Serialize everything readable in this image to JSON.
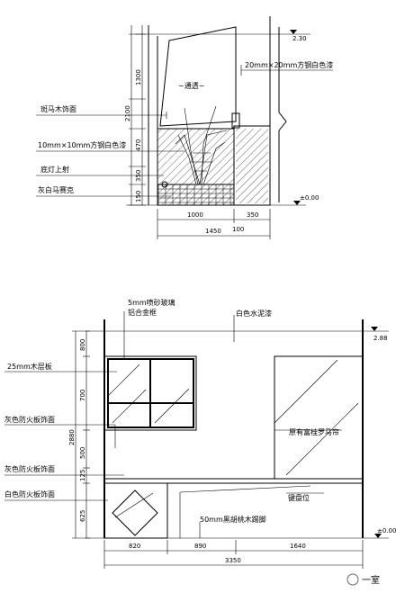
{
  "upper": {
    "labels": {
      "steel_white": "20mm×20mm方钢白色漆",
      "through": "~通透~",
      "zebra_wood": "斑马木饰面",
      "steel_10": "10mm×10mm方钢白色漆",
      "down_light": "底灯上射",
      "gray_mosaic": "灰白马赛克"
    },
    "elevations": {
      "top": "2.30",
      "ground": "±0.00"
    },
    "dims_vertical": [
      "1300",
      "2100",
      "470",
      "350",
      "150"
    ],
    "dims_horizontal": {
      "a": "1000",
      "b": "350",
      "total": "1450",
      "c": "100"
    }
  },
  "lower": {
    "labels": {
      "glass": "5mm喷砂玻璃",
      "frame": "铝合金框",
      "white_cement": "白色水泥漆",
      "wood_shelf": "25mm木层板",
      "gray_fire1": "灰色防火板饰面",
      "gray_fire2": "灰色防火板饰面",
      "white_fire": "白色防火板饰面",
      "poster": "原有富桂罗马帘",
      "keyboard": "键盘位",
      "black_walnut": "50mm黑胡桃木踢脚"
    },
    "elevations": {
      "top": "2.88",
      "ground": "±0.00"
    },
    "dims_vertical": [
      "800",
      "700",
      "2880",
      "500",
      "125",
      "625"
    ],
    "dims_horizontal": {
      "a": "820",
      "b": "890",
      "c": "1640",
      "total": "3350"
    }
  },
  "watermark": "一室"
}
